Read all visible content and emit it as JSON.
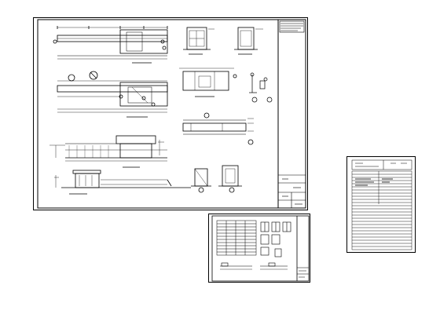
{
  "colors": {
    "ink": "#000000",
    "paper": "#ffffff",
    "dim": "#444444"
  },
  "sheets": [
    {
      "id": "main-drawing-sheet",
      "role": "plan-elevation-sheet"
    },
    {
      "id": "detail-sheet",
      "role": "door-window-details-sheet"
    },
    {
      "id": "index-sheet",
      "role": "drawing-index-table"
    }
  ]
}
